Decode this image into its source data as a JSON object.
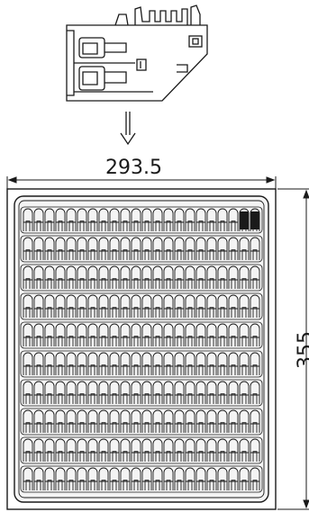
{
  "figure": {
    "component_view": {
      "name": "connector-side-view",
      "arrow": "down-arrow-icon"
    },
    "tray": {
      "width_label": "293.5",
      "height_label": "355",
      "grid_rows": 10,
      "grid_cols": 22
    }
  },
  "colors": {
    "stroke": "#1a1a1a",
    "tray_fill": "#f4f4f4",
    "pocket_fill": "#ffffff"
  }
}
